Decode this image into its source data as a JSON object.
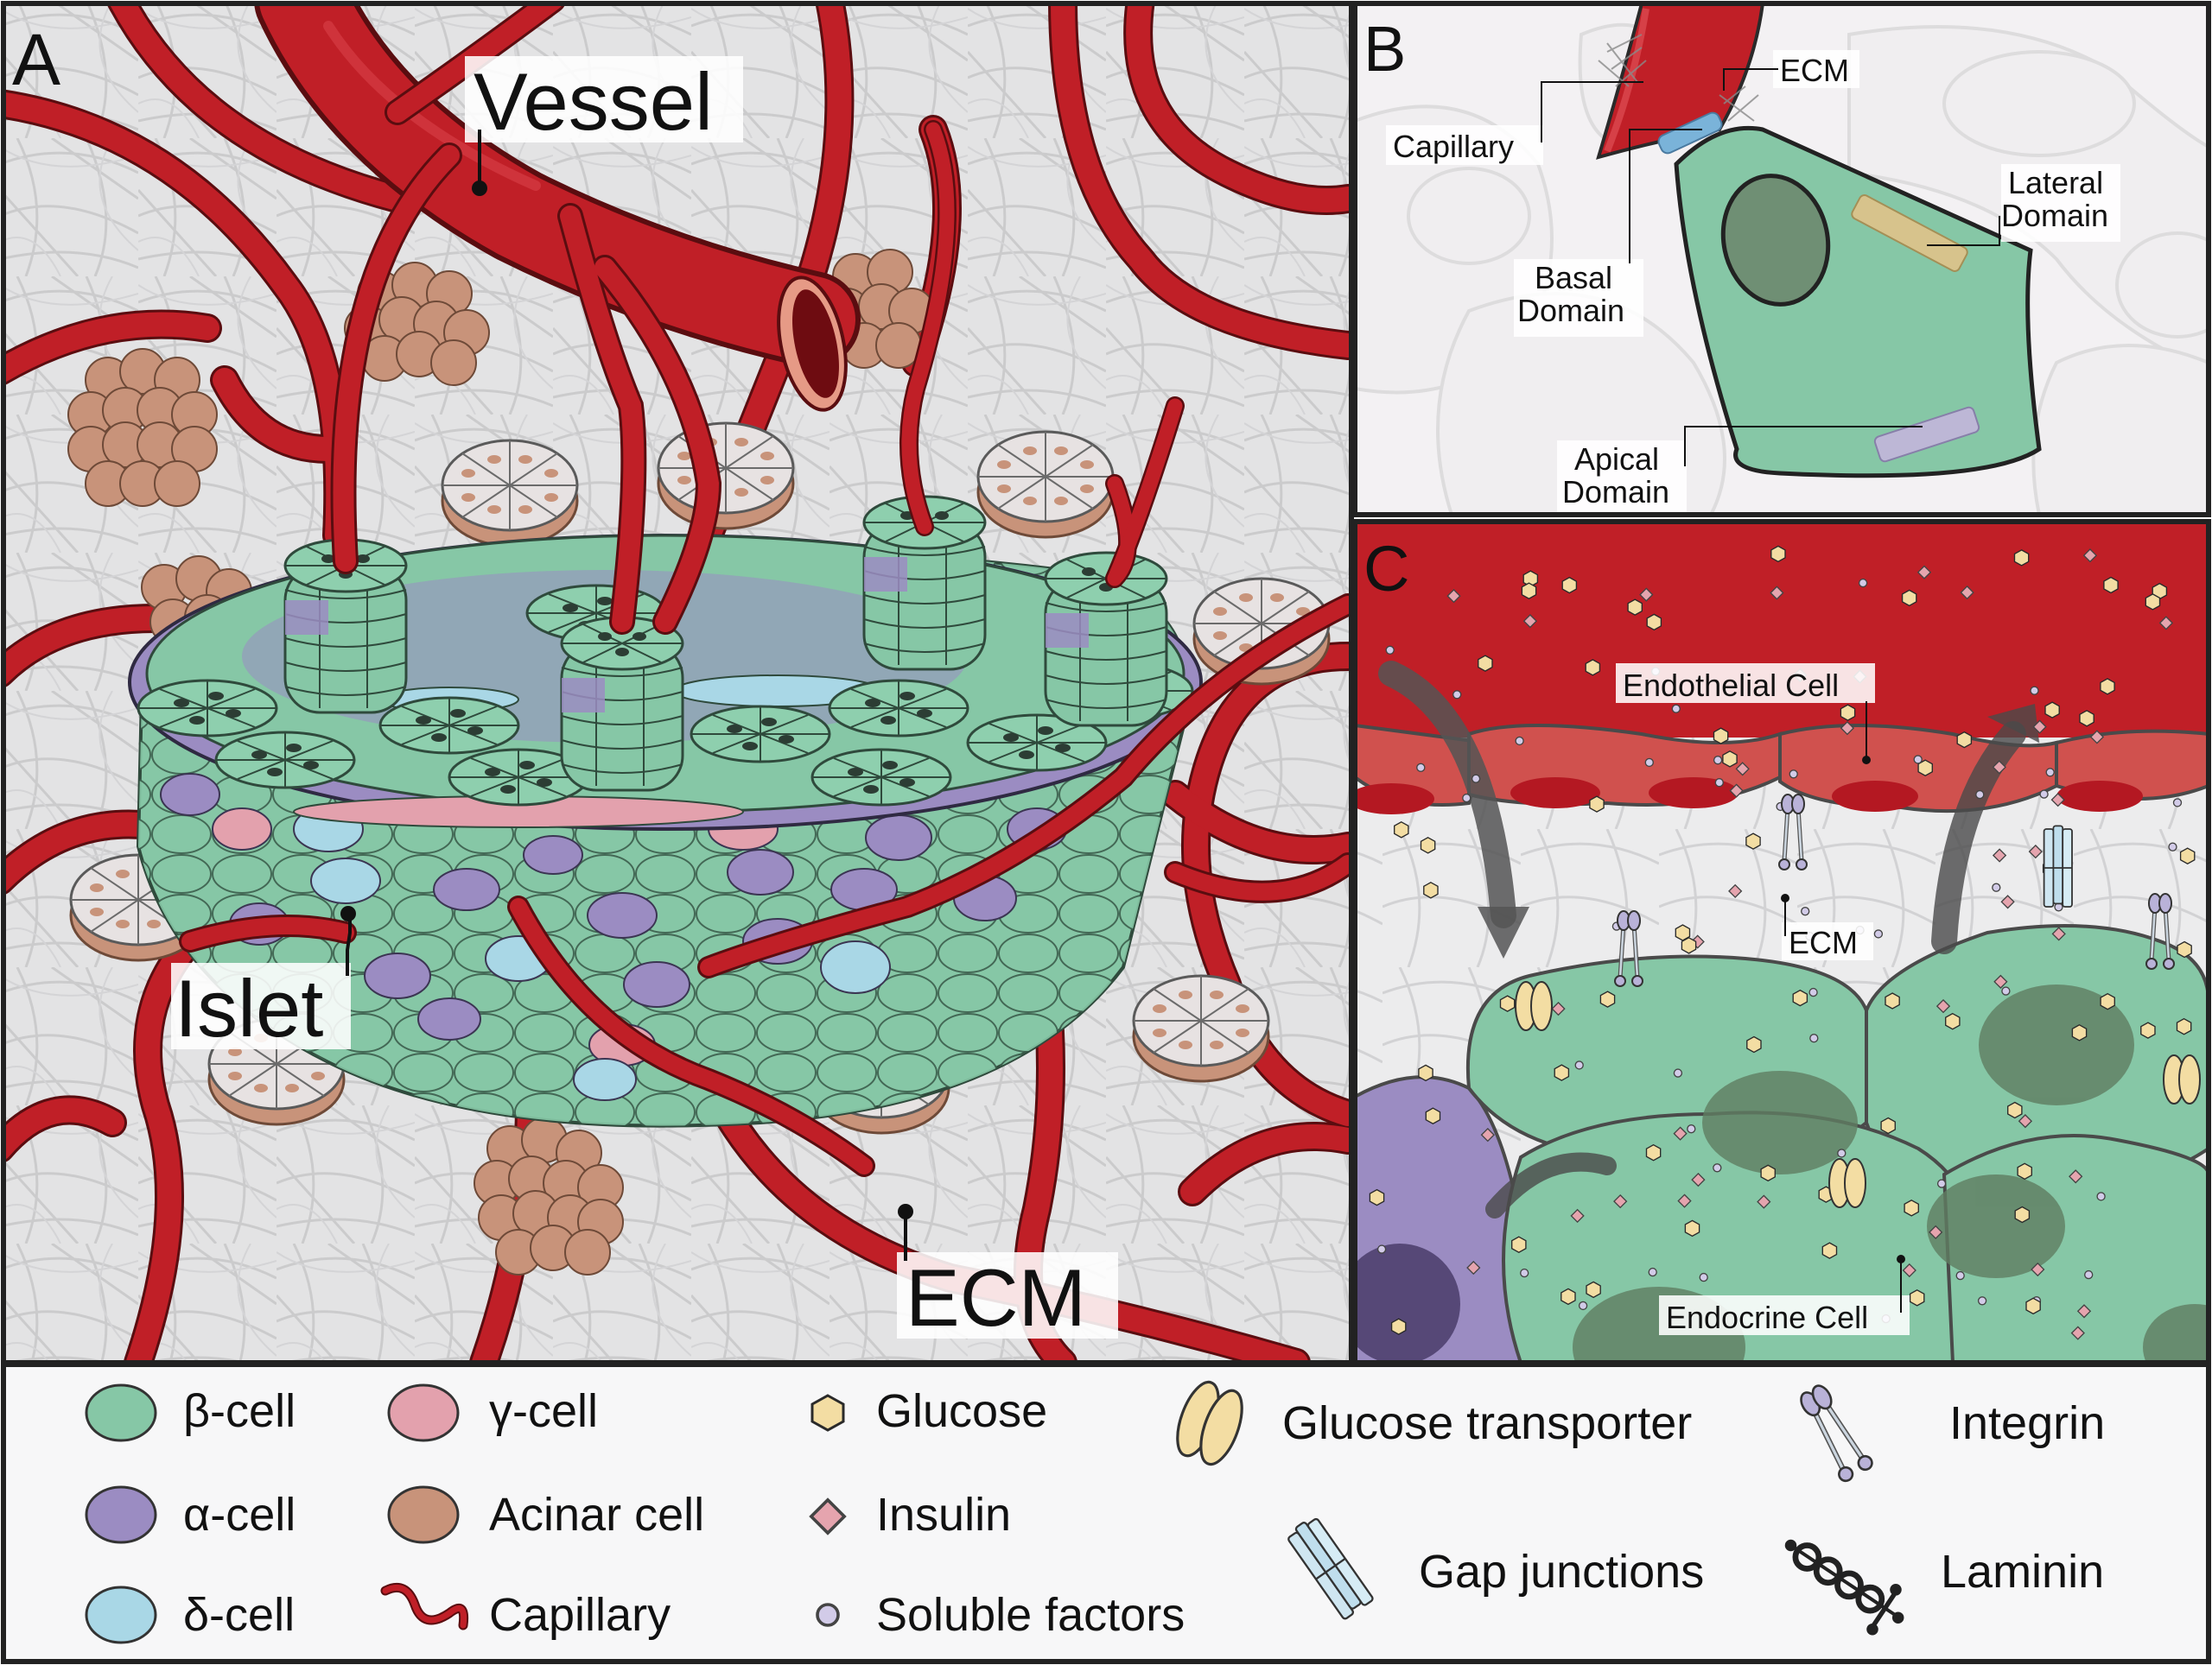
{
  "panels": {
    "a": {
      "letter": "A",
      "labels": {
        "vessel": "Vessel",
        "islet": "Islet",
        "ecm": "ECM"
      }
    },
    "b": {
      "letter": "B",
      "labels": {
        "ecm": "ECM",
        "capillary": "Capillary",
        "lateral_1": "Lateral",
        "lateral_2": "Domain",
        "basal_1": "Basal",
        "basal_2": "Domain",
        "apical_1": "Apical",
        "apical_2": "Domain"
      }
    },
    "c": {
      "letter": "C",
      "labels": {
        "endothelial": "Endothelial Cell",
        "ecm": "ECM",
        "endocrine": "Endocrine Cell"
      }
    }
  },
  "legend": {
    "beta": "β-cell",
    "gamma": "γ-cell",
    "glucose": "Glucose",
    "glut": "Glucose transporter",
    "integrin": "Integrin",
    "alpha": "α-cell",
    "acinar": "Acinar cell",
    "insulin": "Insulin",
    "gap": "Gap junctions",
    "laminin": "Laminin",
    "delta": "δ-cell",
    "capillary": "Capillary",
    "soluble": "Soluble factors"
  },
  "colors": {
    "beta": "#86c7a6",
    "alpha": "#9b8cc2",
    "delta": "#a9d7e6",
    "gamma": "#e3a1ad",
    "acinar": "#c8937a",
    "vessel": "#c01f27",
    "glucose": "#f3dda3",
    "insulin": "#e5a4ae",
    "soluble": "#d2cbe8"
  }
}
